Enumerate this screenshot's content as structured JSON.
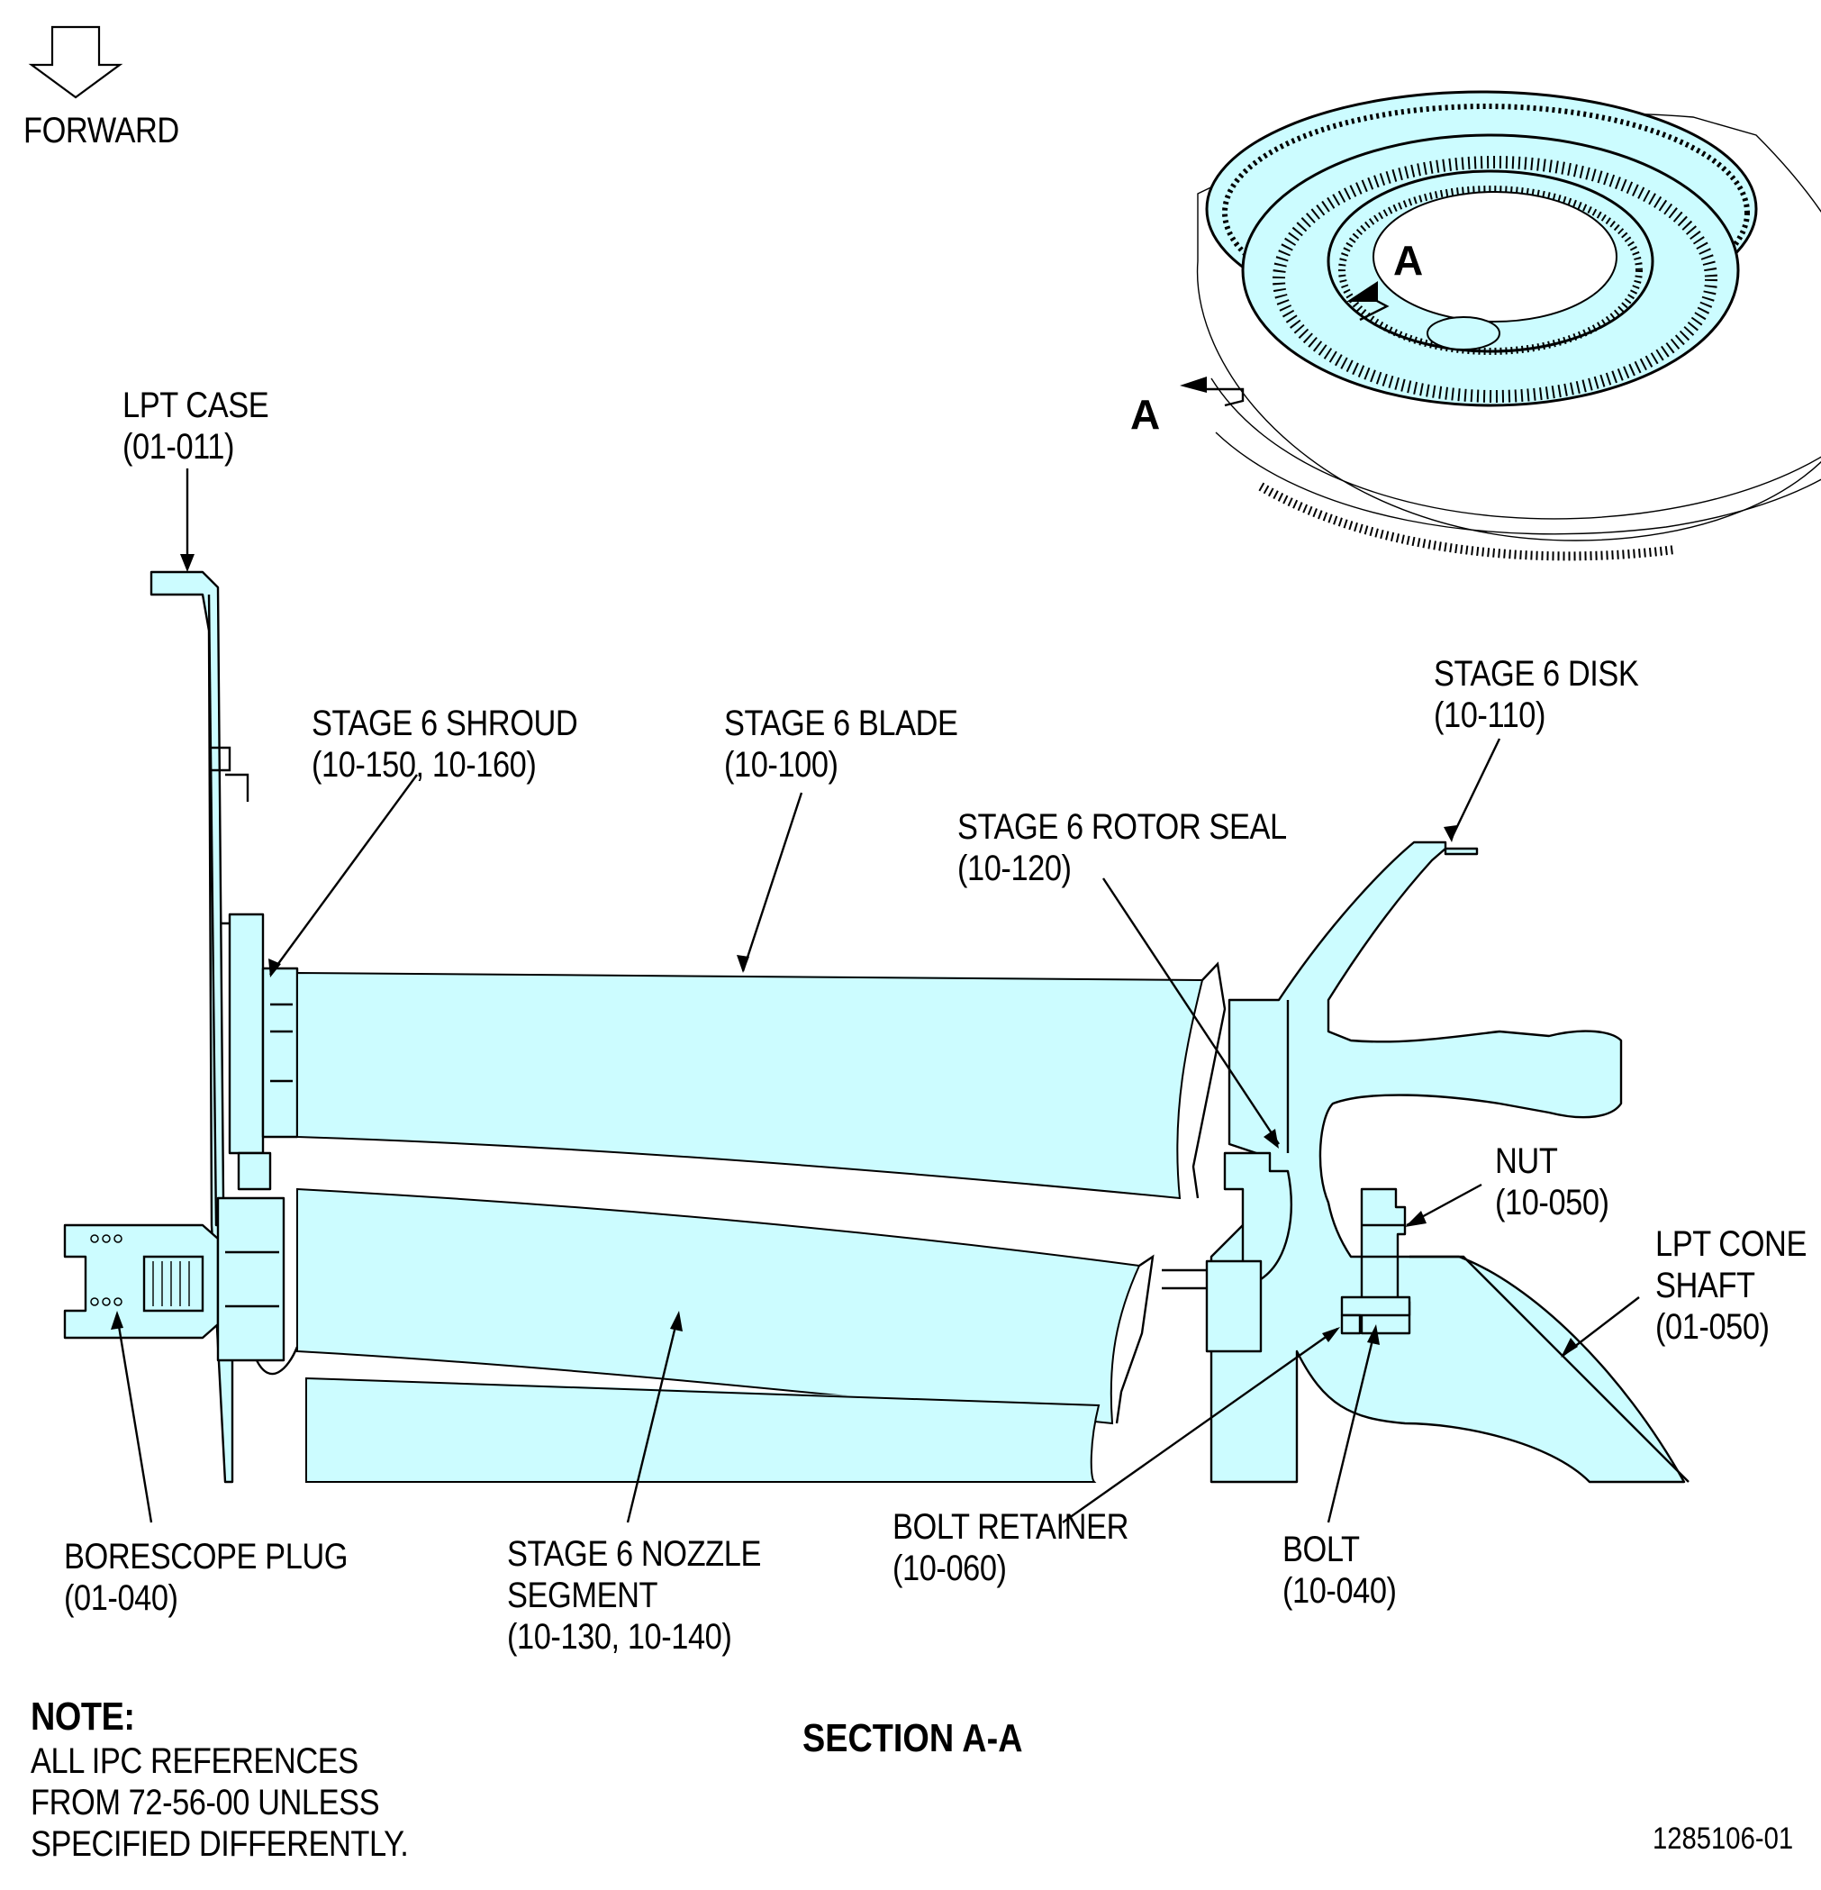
{
  "header": {
    "forward_label": "FORWARD"
  },
  "callouts": [
    {
      "id": "lpt-case",
      "lines": [
        "LPT CASE",
        "(01-011)"
      ]
    },
    {
      "id": "stage6-shroud",
      "lines": [
        "STAGE 6 SHROUD",
        "(10-150, 10-160)"
      ]
    },
    {
      "id": "stage6-blade",
      "lines": [
        "STAGE 6 BLADE",
        "(10-100)"
      ]
    },
    {
      "id": "stage6-rotor-seal",
      "lines": [
        "STAGE 6 ROTOR SEAL",
        "(10-120)"
      ]
    },
    {
      "id": "stage6-disk",
      "lines": [
        "STAGE 6 DISK",
        "(10-110)"
      ]
    },
    {
      "id": "nut",
      "lines": [
        "NUT",
        "(10-050)"
      ]
    },
    {
      "id": "lpt-cone-shaft",
      "lines": [
        "LPT CONE",
        "SHAFT",
        "(01-050)"
      ]
    },
    {
      "id": "borescope-plug",
      "lines": [
        "BORESCOPE PLUG",
        "(01-040)"
      ]
    },
    {
      "id": "stage6-nozzle",
      "lines": [
        "STAGE 6 NOZZLE",
        "SEGMENT",
        "(10-130, 10-140)"
      ]
    },
    {
      "id": "bolt-retainer",
      "lines": [
        "BOLT RETAINER",
        "(10-060)"
      ]
    },
    {
      "id": "bolt",
      "lines": [
        "BOLT",
        "(10-040)"
      ]
    }
  ],
  "section_marks": {
    "top": "A",
    "side": "A"
  },
  "section_title": "SECTION A-A",
  "note": {
    "heading": "NOTE:",
    "lines": [
      "ALL IPC REFERENCES",
      "FROM 72-56-00 UNLESS",
      "SPECIFIED DIFFERENTLY."
    ]
  },
  "figure_number": "1285106-01",
  "colors": {
    "fill": "#ccfcff",
    "line": "#000000"
  }
}
